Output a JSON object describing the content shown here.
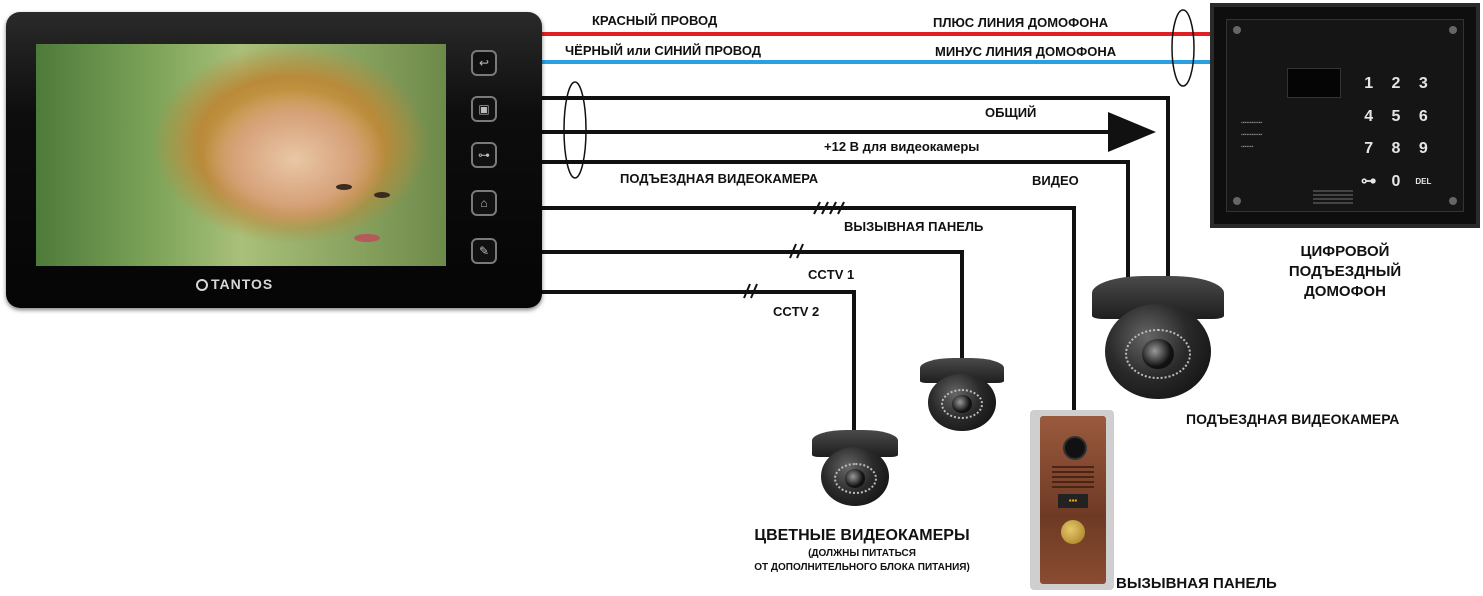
{
  "brand": "TANTOS",
  "monitor_buttons": [
    "↩",
    "▣",
    "⊶",
    "⌂",
    "✎"
  ],
  "colors": {
    "red_wire": "#e02020",
    "blue_wire": "#2aa0e0",
    "black_wire": "#111111"
  },
  "labels": {
    "red_wire": "КРАСНЫЙ  ПРОВОД",
    "black_blue_wire": "ЧЁРНЫЙ или СИНИЙ  ПРОВОД",
    "plus_line": "ПЛЮС  ЛИНИЯ ДОМОФОНА",
    "minus_line": "МИНУС ЛИНИЯ ДОМОФОНА",
    "common": "ОБЩИЙ",
    "power_12v": "+12 В для видеокамеры",
    "entrance_camera_wire": "ПОДЪЕЗДНАЯ ВИДЕОКАМЕРА",
    "video": "ВИДЕО",
    "call_panel_wire": "ВЫЗЫВНАЯ ПАНЕЛЬ",
    "cctv1": "CCTV 1",
    "cctv2": "CCTV 2"
  },
  "intercom": {
    "caption": [
      "ЦИФРОВОЙ",
      "ПОДЪЕЗДНЫЙ",
      "ДОМОФОН"
    ],
    "keys": [
      "1",
      "2",
      "3",
      "4",
      "5",
      "6",
      "7",
      "8",
      "9",
      "⊶",
      "0",
      "DEL"
    ]
  },
  "entrance_camera_caption": "ПОДЪЕЗДНАЯ ВИДЕОКАМЕРА",
  "color_cameras_caption": {
    "line1": "ЦВЕТНЫЕ ВИДЕОКАМЕРЫ",
    "line2": "(ДОЛЖНЫ ПИТАТЬСЯ",
    "line3": "ОТ ДОПОЛНИТЕЛЬНОГО БЛОКА ПИТАНИЯ)"
  },
  "call_panel_caption": "ВЫЗЫВНАЯ ПАНЕЛЬ"
}
